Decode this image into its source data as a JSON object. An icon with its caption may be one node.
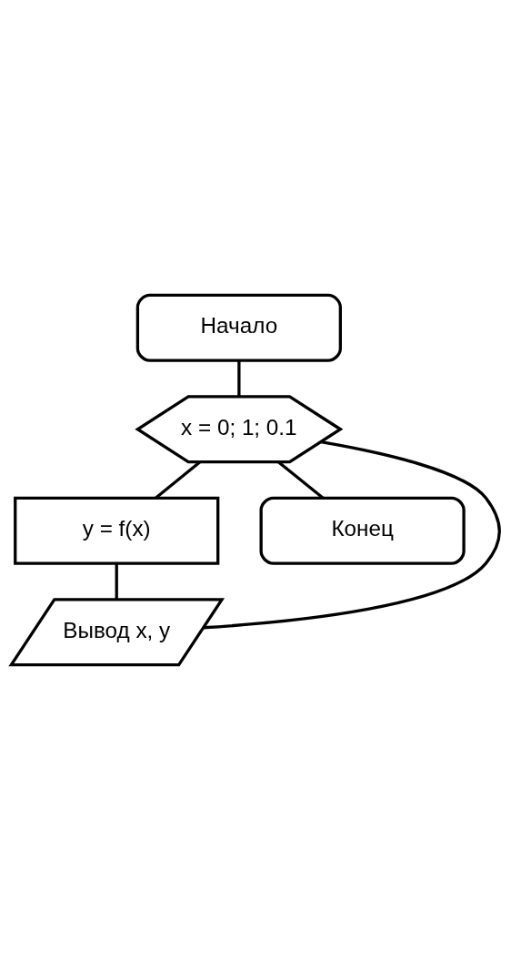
{
  "diagram": {
    "nodes": [
      {
        "text": [
          "Начало"
        ]
      },
      {
        "text": [
          "x = 0; 1; 0.1"
        ]
      },
      {
        "text": [
          "y = f(x)"
        ]
      },
      {
        "text": [
          "Вывод x, y"
        ]
      },
      {
        "text": [
          "Конец"
        ]
      }
    ],
    "edges": [
      {
        "from": 0,
        "to": 1,
        "arrow": "none"
      },
      {
        "from": 1,
        "to": 2,
        "arrow": "none"
      },
      {
        "from": 2,
        "to": 3,
        "arrow": "none"
      },
      {
        "from": 3,
        "to": 1,
        "arrow": "none"
      },
      {
        "from": 1,
        "to": 4,
        "arrow": "none"
      }
    ]
  }
}
